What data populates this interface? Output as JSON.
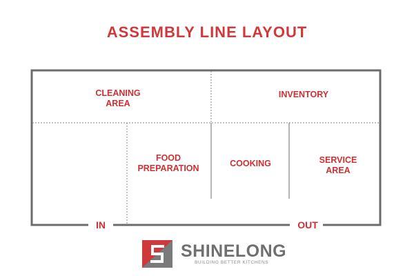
{
  "title": "ASSEMBLY LINE LAYOUT",
  "zones": {
    "cleaning": "CLEANING\nAREA",
    "inventory": "INVENTORY",
    "food_prep": "FOOD\nPREPARATION",
    "cooking": "COOKING",
    "service": "SERVICE\nAREA"
  },
  "doors": {
    "in": "IN",
    "out": "OUT"
  },
  "brand": {
    "name": "SHINELONG",
    "tagline": "BUILDING BETTER KITCHENS"
  },
  "colors": {
    "accent": "#d0393b",
    "wall": "#6b6b6b",
    "logo_gray": "#7a7a7a"
  }
}
